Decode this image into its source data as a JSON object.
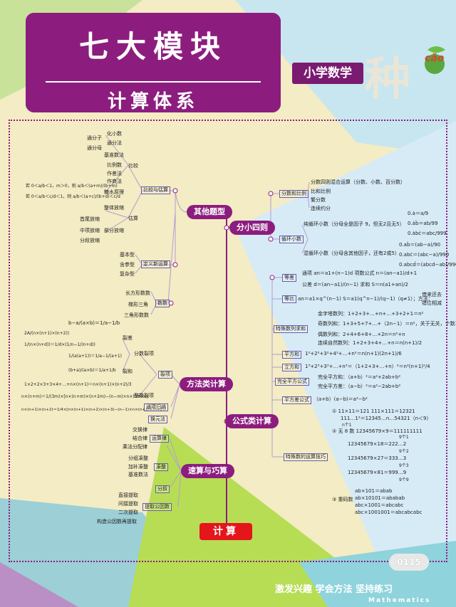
{
  "header": {
    "title": "七大模块",
    "subtitle": "计算体系",
    "subject": "小学数学",
    "brand_char": "种",
    "brand_pinyin": "cǎo"
  },
  "root": "计算",
  "branches": {
    "other": {
      "label": "其他题型",
      "compare": {
        "label": "比较与估算",
        "items": [
          "通分子",
          "通分母",
          "化小数",
          "通分法",
          "基准数法",
          "比例数",
          "作差法",
          "作商法",
          "比较",
          "糖水原理",
          "整体放缩",
          "首尾放缩",
          "中项放缩",
          "分段放缩",
          "部分放缩",
          "估算"
        ],
        "formula1": "若 0＜a/b＜1，m＞0，则 a/b＜(a+m)/(b+m)",
        "formula2": "若 0＜a/b＜c/d＜1，则 a/b＜(a+c)/(b+d)＜c/d"
      },
      "newop": {
        "label": "定义新运算",
        "items": [
          "基本型",
          "含参型",
          "复杂型"
        ]
      },
      "count": {
        "label": "数数",
        "items": [
          "长方形数数",
          "梯形三角",
          "三角形数数"
        ]
      }
    },
    "fraction": {
      "label": "分小四则",
      "ratio": {
        "label": "分数和比例",
        "items": [
          "分数四则混合运算（分数、小数、百分数）",
          "比和比例",
          "繁分数",
          "连续约分"
        ]
      },
      "repeat": {
        "label": "循环小数",
        "pure": "纯循环小数（分母全是因子 9，但无2且无5）",
        "mixed": "混循环小数（分母含其他因子，还有2或5）",
        "f1": "0.ȧ＝a/9",
        "f2": "0.ȧḃ＝ab/99",
        "f3": "0.ȧbċ＝abc/999",
        "f4": "0.aḃ＝(ab−a)/90",
        "f5": "0.abċ＝(abc−a)/990",
        "f6": "0.abcḋ＝(abcd−ab)/9900"
      }
    },
    "method": {
      "label": "方法类计算",
      "split": {
        "label": "裂项",
        "subtract": "分数裂项",
        "divide": "裂差",
        "sum": "裂和",
        "integer": "整数裂项",
        "f1": "b−a/(a×b)＝1/a−1/b",
        "f2": "2A/(n×(n+1)×(n+2))",
        "f3": "1/(n×(n+d))＝1/d×(1/n−1/(n+d))",
        "f4": "1/(a(a+1))＝1/a−1/(a+1)",
        "f5": "(b+a)/(a×b)＝1/a+1/b",
        "f6": "1×2+2×3+3×4+…+n×(n+1)＝n×(n+1)×(n+2)/3",
        "f7": "n×(n+m)＝1/(3m)×[n×(n+m)×(n+2m)−(n−m)×n×(n+m)]",
        "f8": "n×(n+1)×(n+2)＝1/4×[n×(n+1)×(n+2)×(n+3)−(n−1)×n×(n+1)×(n+2)]"
      },
      "reduce": "通项归纳",
      "swap": "换元法"
    },
    "speed": {
      "label": "速算与巧算",
      "law": {
        "label": "运算律",
        "items": [
          "交换律",
          "结合律",
          "乘法分配律"
        ]
      },
      "round": {
        "label": "凑整",
        "items": [
          "分组凑整",
          "加补凑整",
          "基准数法"
        ]
      },
      "split": "分拆",
      "factor": {
        "label": "提取公因数",
        "items": [
          "直接提取",
          "间接提取",
          "二次提取",
          "构造公因数再提取"
        ]
      }
    },
    "formula": {
      "label": "公式类计算",
      "arith": {
        "label": "等差",
        "line1": "通项 an＝a1+(n−1)d    项数公式 n＝(an−a1)/d+1",
        "line2": "公差 d＝(an−a1)/(n−1)    求和 S＝n(a1+an)/2"
      },
      "geo": {
        "label": "等比",
        "line1": "an＝a1×q^(n−1)    S＝a1(q^n−1)/(q−1)（q≠1）；方法：",
        "m1": "借来还去",
        "m2": "错位相减"
      },
      "special": {
        "label": "特殊数列求和",
        "l1": "金字塔数列：1+2+3+…+n+…+3+2+1＝n²",
        "l2": "奇数列和：1+3+5+7+…+（2n−1）＝n²，关于无关，个数平方",
        "l3": "偶数列和：2+4+6+8+…+2n＝n²+n",
        "l4": "连续自然数列：1+2+3+4+…+n＝n(n+1)/2"
      },
      "square": {
        "label": "平方和",
        "line": "1²+2²+3²+4²+…+n²＝n(n+1)(2n+1)/6"
      },
      "cube": {
        "label": "立方和",
        "line": "1³+2³+3³+…+n³＝（1+2+3+…+n）²＝n²(n+1)²/4"
      },
      "complete": {
        "label": "完全平方公式",
        "l1": "完全平方和：（a+b）²＝a²+2ab+b²",
        "l2": "完全平方差：（a−b）²＝a²−2ab+b²"
      },
      "diff": {
        "label": "平方差公式",
        "line": "（a+b）(a−b)＝a²−b²"
      },
      "tricks": {
        "label": "特殊数的运算技巧",
        "l1": "① 11×11＝121    111×111＝12321",
        "l2": "111…1²＝12345…n…54321（n＜9）",
        "l3": "n个1",
        "l4": "② 无 8 数  12345679×9＝111111111",
        "l5": "12345679×18＝222…2",
        "l6": "12345679×27＝333…3",
        "l7": "12345679×81＝999…9",
        "l8": "9个2",
        "l9": "9个3",
        "l10": "9个9",
        "l11": "9个1",
        "l12": "③ 重码数",
        "l13": "ab×101＝abab",
        "l14": "ab×10101＝ababab",
        "l15": "abc×1001＝abcabc",
        "l16": "abc×1001001＝abcabcabc"
      }
    }
  },
  "footer": {
    "text": "激发兴趣  学会方法  坚持练习",
    "math": "Mathematics",
    "badge": "0115"
  },
  "colors": {
    "purple": "#8c1d7e",
    "red": "#e4151b",
    "cream": "#f3ecc4",
    "blue": "#d7ebf7",
    "green": "#b7dd55"
  }
}
